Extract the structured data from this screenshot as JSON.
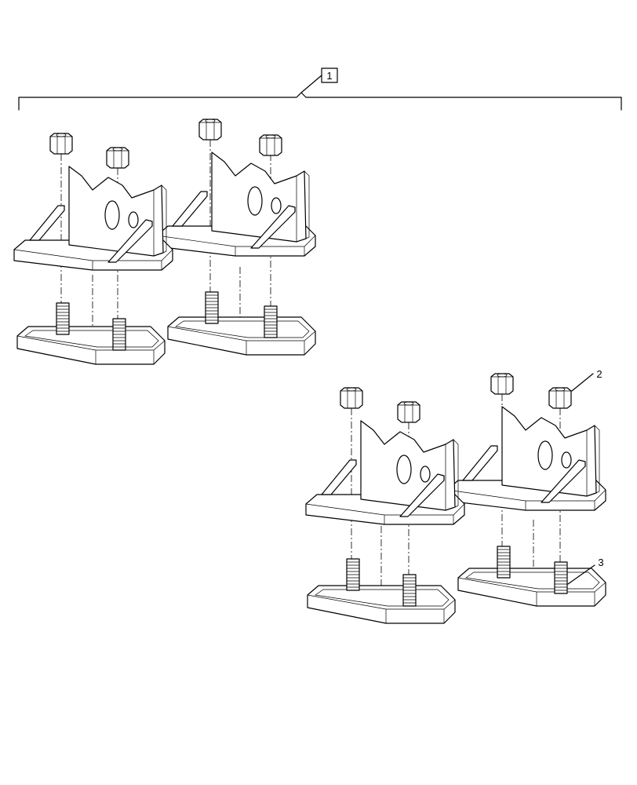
{
  "callouts": {
    "assembly": "1",
    "nut": "2",
    "stud": "3"
  }
}
